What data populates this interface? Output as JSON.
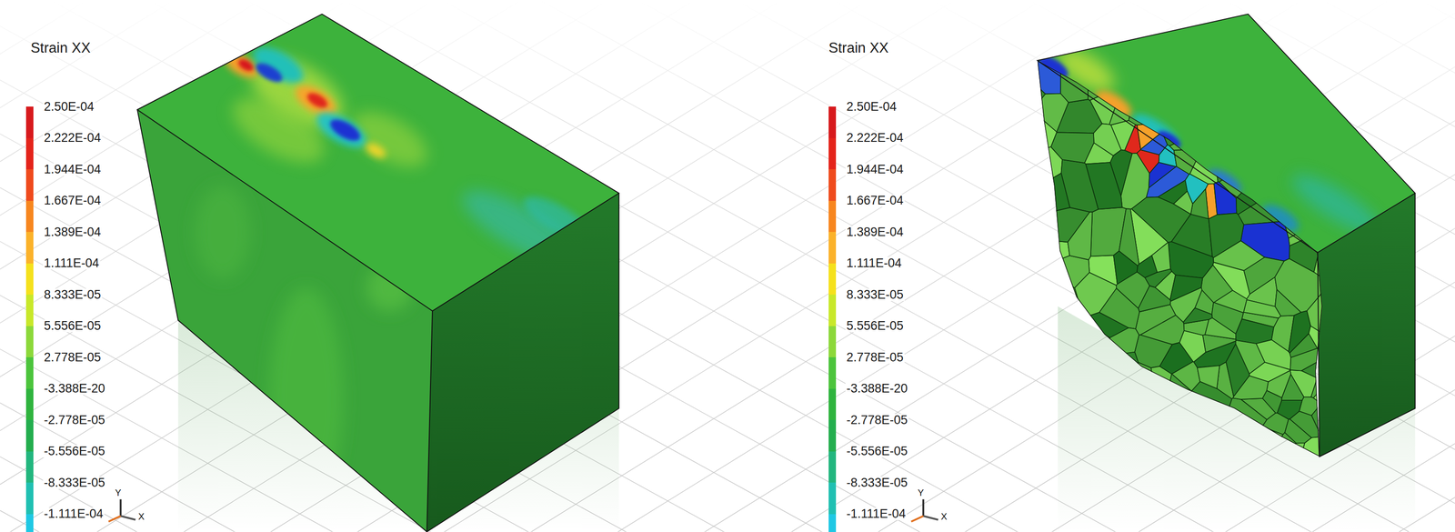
{
  "diagram": {
    "labels": [
      "Strain XX",
      "Y",
      "X",
      "Strain XX",
      "Y",
      "X"
    ],
    "legend": [
      {
        "text": "2.50E-04",
        "color": "#d7191c"
      },
      {
        "text": "2.222E-04",
        "color": "#e4231a"
      },
      {
        "text": "1.944E-04",
        "color": "#ef4a1c"
      },
      {
        "text": "1.667E-04",
        "color": "#f7861e"
      },
      {
        "text": "1.389E-04",
        "color": "#fbb22a"
      },
      {
        "text": "1.111E-04",
        "color": "#f5e11c"
      },
      {
        "text": "8.333E-05",
        "color": "#c8e82a"
      },
      {
        "text": "5.556E-05",
        "color": "#8cd83a"
      },
      {
        "text": "2.778E-05",
        "color": "#4cc43c"
      },
      {
        "text": "-3.388E-20",
        "color": "#2fb43e"
      },
      {
        "text": "-2.778E-05",
        "color": "#23ae4e"
      },
      {
        "text": "-5.556E-05",
        "color": "#22b67e"
      },
      {
        "text": "-8.333E-05",
        "color": "#20c0b2"
      },
      {
        "text": "-1.111E-04",
        "color": "#1fc8e4"
      },
      {
        "text": "2.50E-04",
        "color": "#d7191c"
      },
      {
        "text": "2.222E-04",
        "color": "#e4231a"
      },
      {
        "text": "1.944E-04",
        "color": "#ef4a1c"
      },
      {
        "text": "1.667E-04",
        "color": "#f7861e"
      },
      {
        "text": "1.389E-04",
        "color": "#fbb22a"
      },
      {
        "text": "1.111E-04",
        "color": "#f5e11c"
      },
      {
        "text": "8.333E-05",
        "color": "#c8e82a"
      },
      {
        "text": "5.556E-05",
        "color": "#8cd83a"
      },
      {
        "text": "2.778E-05",
        "color": "#4cc43c"
      },
      {
        "text": "-3.388E-20",
        "color": "#2fb43e"
      },
      {
        "text": "-2.778E-05",
        "color": "#23ae4e"
      },
      {
        "text": "-5.556E-05",
        "color": "#22b67e"
      },
      {
        "text": "-8.333E-05",
        "color": "#20c0b2"
      },
      {
        "text": "-1.111E-04",
        "color": "#1fc8e4"
      }
    ]
  }
}
